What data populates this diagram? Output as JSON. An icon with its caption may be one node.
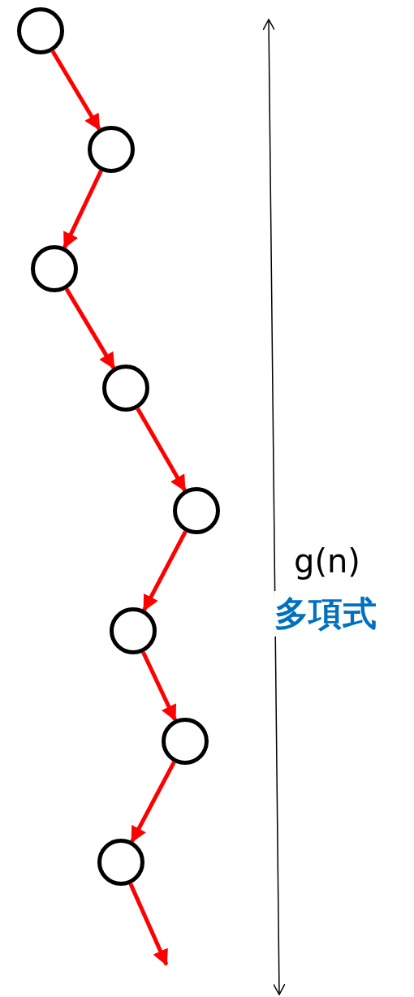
{
  "diagram": {
    "nodes": [
      {
        "text": [],
        "shape": "circle"
      },
      {
        "text": [],
        "shape": "circle"
      },
      {
        "text": [],
        "shape": "circle"
      },
      {
        "text": [],
        "shape": "circle"
      },
      {
        "text": [],
        "shape": "circle"
      },
      {
        "text": [],
        "shape": "circle"
      },
      {
        "text": [],
        "shape": "circle"
      },
      {
        "text": [],
        "shape": "circle"
      }
    ],
    "edges": [
      {
        "from": 0,
        "to": 1,
        "arrow": "to"
      },
      {
        "from": 1,
        "to": 2,
        "arrow": "to"
      },
      {
        "from": 2,
        "to": 3,
        "arrow": "to"
      },
      {
        "from": 3,
        "to": 4,
        "arrow": "to"
      },
      {
        "from": 4,
        "to": 5,
        "arrow": "to"
      },
      {
        "from": 5,
        "to": 6,
        "arrow": "to"
      },
      {
        "from": 6,
        "to": 7,
        "arrow": "to"
      },
      {
        "from": 7,
        "to": null,
        "arrow": "to"
      }
    ],
    "labels": [
      "g(n)",
      "多項式"
    ]
  }
}
